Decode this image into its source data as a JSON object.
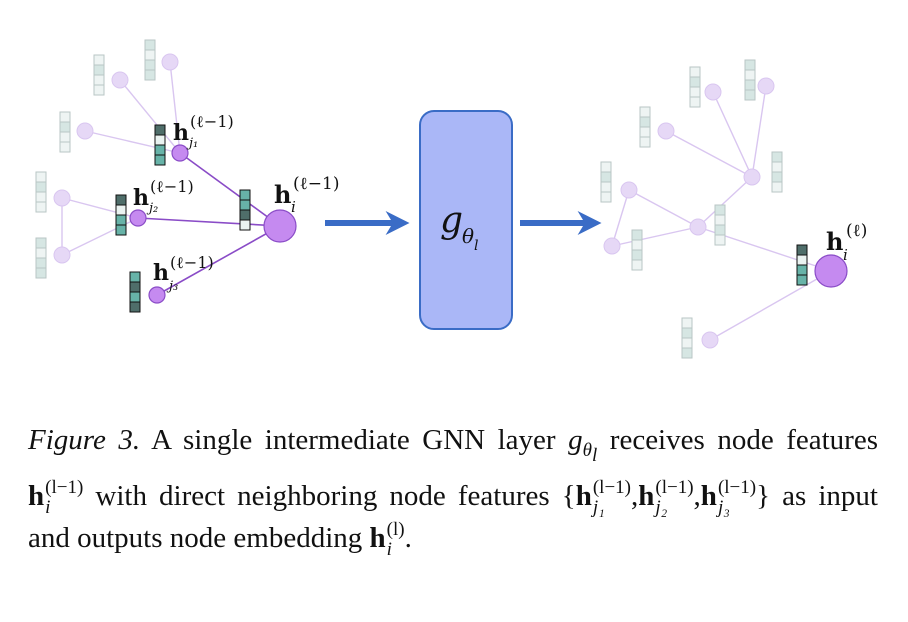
{
  "colors": {
    "node_active": "#c58af0",
    "node_active_stroke": "#8a4cc7",
    "edge_active": "#8a4cc7",
    "node_faded": "#e6d8f6",
    "edge_faded": "#d9c6f0",
    "arrow": "#3a6cc6",
    "box_fill": "#aab7f7",
    "box_stroke": "#3a6cc6",
    "feat_dark": "#4f6e6a",
    "feat_mid": "#67b3a8",
    "feat_light": "#eaf3f1"
  },
  "figure": {
    "left_labels": {
      "h_i": "h",
      "h_i_sub": "i",
      "h_i_sup": "(ℓ−1)",
      "h_j1": "h",
      "h_j1_sub": "j₁",
      "h_j1_sup": "(ℓ−1)",
      "h_j2": "h",
      "h_j2_sub": "j₂",
      "h_j2_sup": "(ℓ−1)",
      "h_j3": "h",
      "h_j3_sub": "j₃",
      "h_j3_sup": "(ℓ−1)"
    },
    "box_label": "g",
    "box_sub": "θ",
    "box_subsub": "l",
    "right_label": "h",
    "right_label_sub": "i",
    "right_label_sup": "(ℓ)"
  },
  "caption": {
    "fig_label": "Figure 3.",
    "p1": " A single intermediate GNN layer ",
    "g": "g",
    "g_sub": "θ",
    "g_subsub": "l",
    "p2": " receives node features ",
    "h": "h",
    "hi_sub": "i",
    "hi_sup": "(l−1)",
    "p3": " with direct neighboring node features ",
    "lbrace": "{",
    "hj1_sub": "j₁",
    "hj2_sub": "j₂",
    "hj3_sub": "j₃",
    "hj_sup": "(l−1)",
    "comma": ",",
    "rbrace": "}",
    "p4": " as input and outputs node embedding ",
    "hout_sup": "(l)",
    "period": "."
  }
}
